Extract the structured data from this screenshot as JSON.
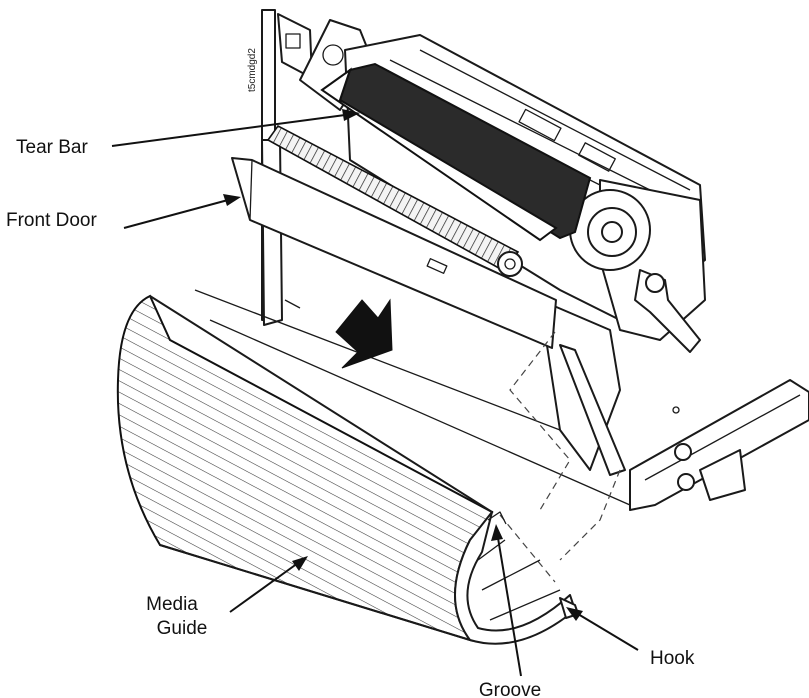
{
  "figure_code": "t5cmdgd2",
  "labels": {
    "tear_bar": "Tear Bar",
    "front_door": "Front Door",
    "media_guide_line1": "Media",
    "media_guide_line2": "Guide",
    "groove": "Groove",
    "hook": "Hook"
  }
}
